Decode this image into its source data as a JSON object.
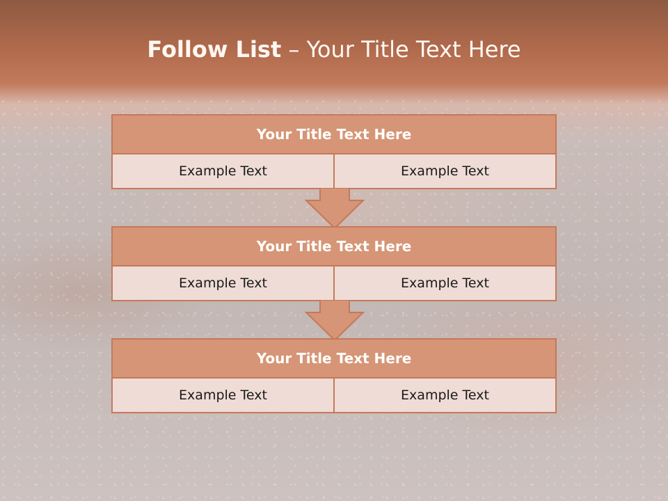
{
  "title": {
    "bold": "Follow List",
    "rest": "– Your Title Text Here"
  },
  "steps": [
    {
      "title": "Your Title Text Here",
      "left": "Example Text",
      "right": "Example Text"
    },
    {
      "title": "Your Title Text Here",
      "left": "Example Text",
      "right": "Example Text"
    },
    {
      "title": "Your Title Text Here",
      "left": "Example Text",
      "right": "Example Text"
    }
  ],
  "colors": {
    "accent": "#d59576",
    "border": "#c4795a",
    "cell": "#efdcd6",
    "banner": "#b06a4c"
  }
}
